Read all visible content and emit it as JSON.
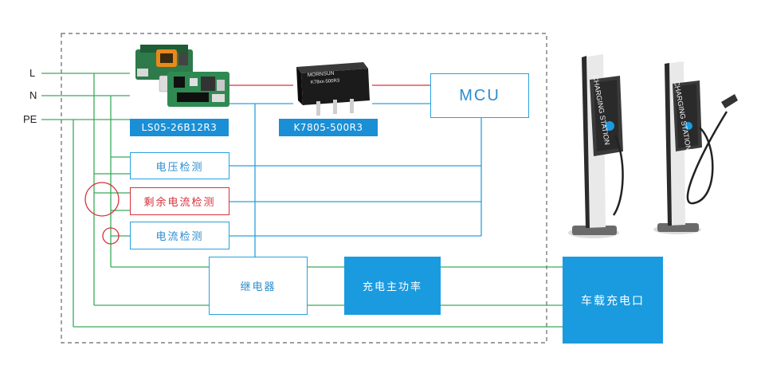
{
  "lines": {
    "l": "L",
    "n": "N",
    "pe": "PE"
  },
  "modules": {
    "acdc_tag": "LS05-26B12R3",
    "dcdc_tag": "K7805-500R3",
    "dcdc_chip_brand": "MORNSUN",
    "dcdc_chip_part": "K78xx-500R3"
  },
  "boxes": {
    "mcu": "MCU",
    "voltage_detect": "电压检测",
    "residual_current_detect": "剩余电流检测",
    "current_detect": "电流检测",
    "relay": "继电器",
    "charging_power": "充电主功率",
    "vehicle_port": "车载充电口"
  },
  "stations": {
    "label": "CHARGING STATION"
  },
  "colors": {
    "blue": "#2aa0df",
    "blue_fill": "#1a9be0",
    "red": "#d6313b",
    "green": "#3aaa5a",
    "dash": "#666666"
  }
}
